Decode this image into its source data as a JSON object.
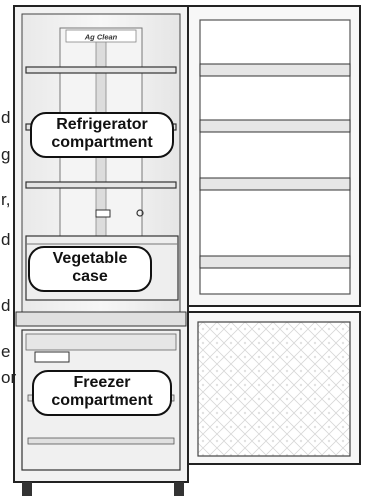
{
  "labels": {
    "refrigerator": [
      "Refrigerator",
      "compartment"
    ],
    "vegetable": [
      "Vegetable",
      "case"
    ],
    "freezer": [
      "Freezer",
      "compartment"
    ]
  },
  "badge_text": "Ag Clean",
  "edge_text": [
    "d",
    "g",
    "r,",
    "d",
    "d",
    "e",
    "or"
  ]
}
